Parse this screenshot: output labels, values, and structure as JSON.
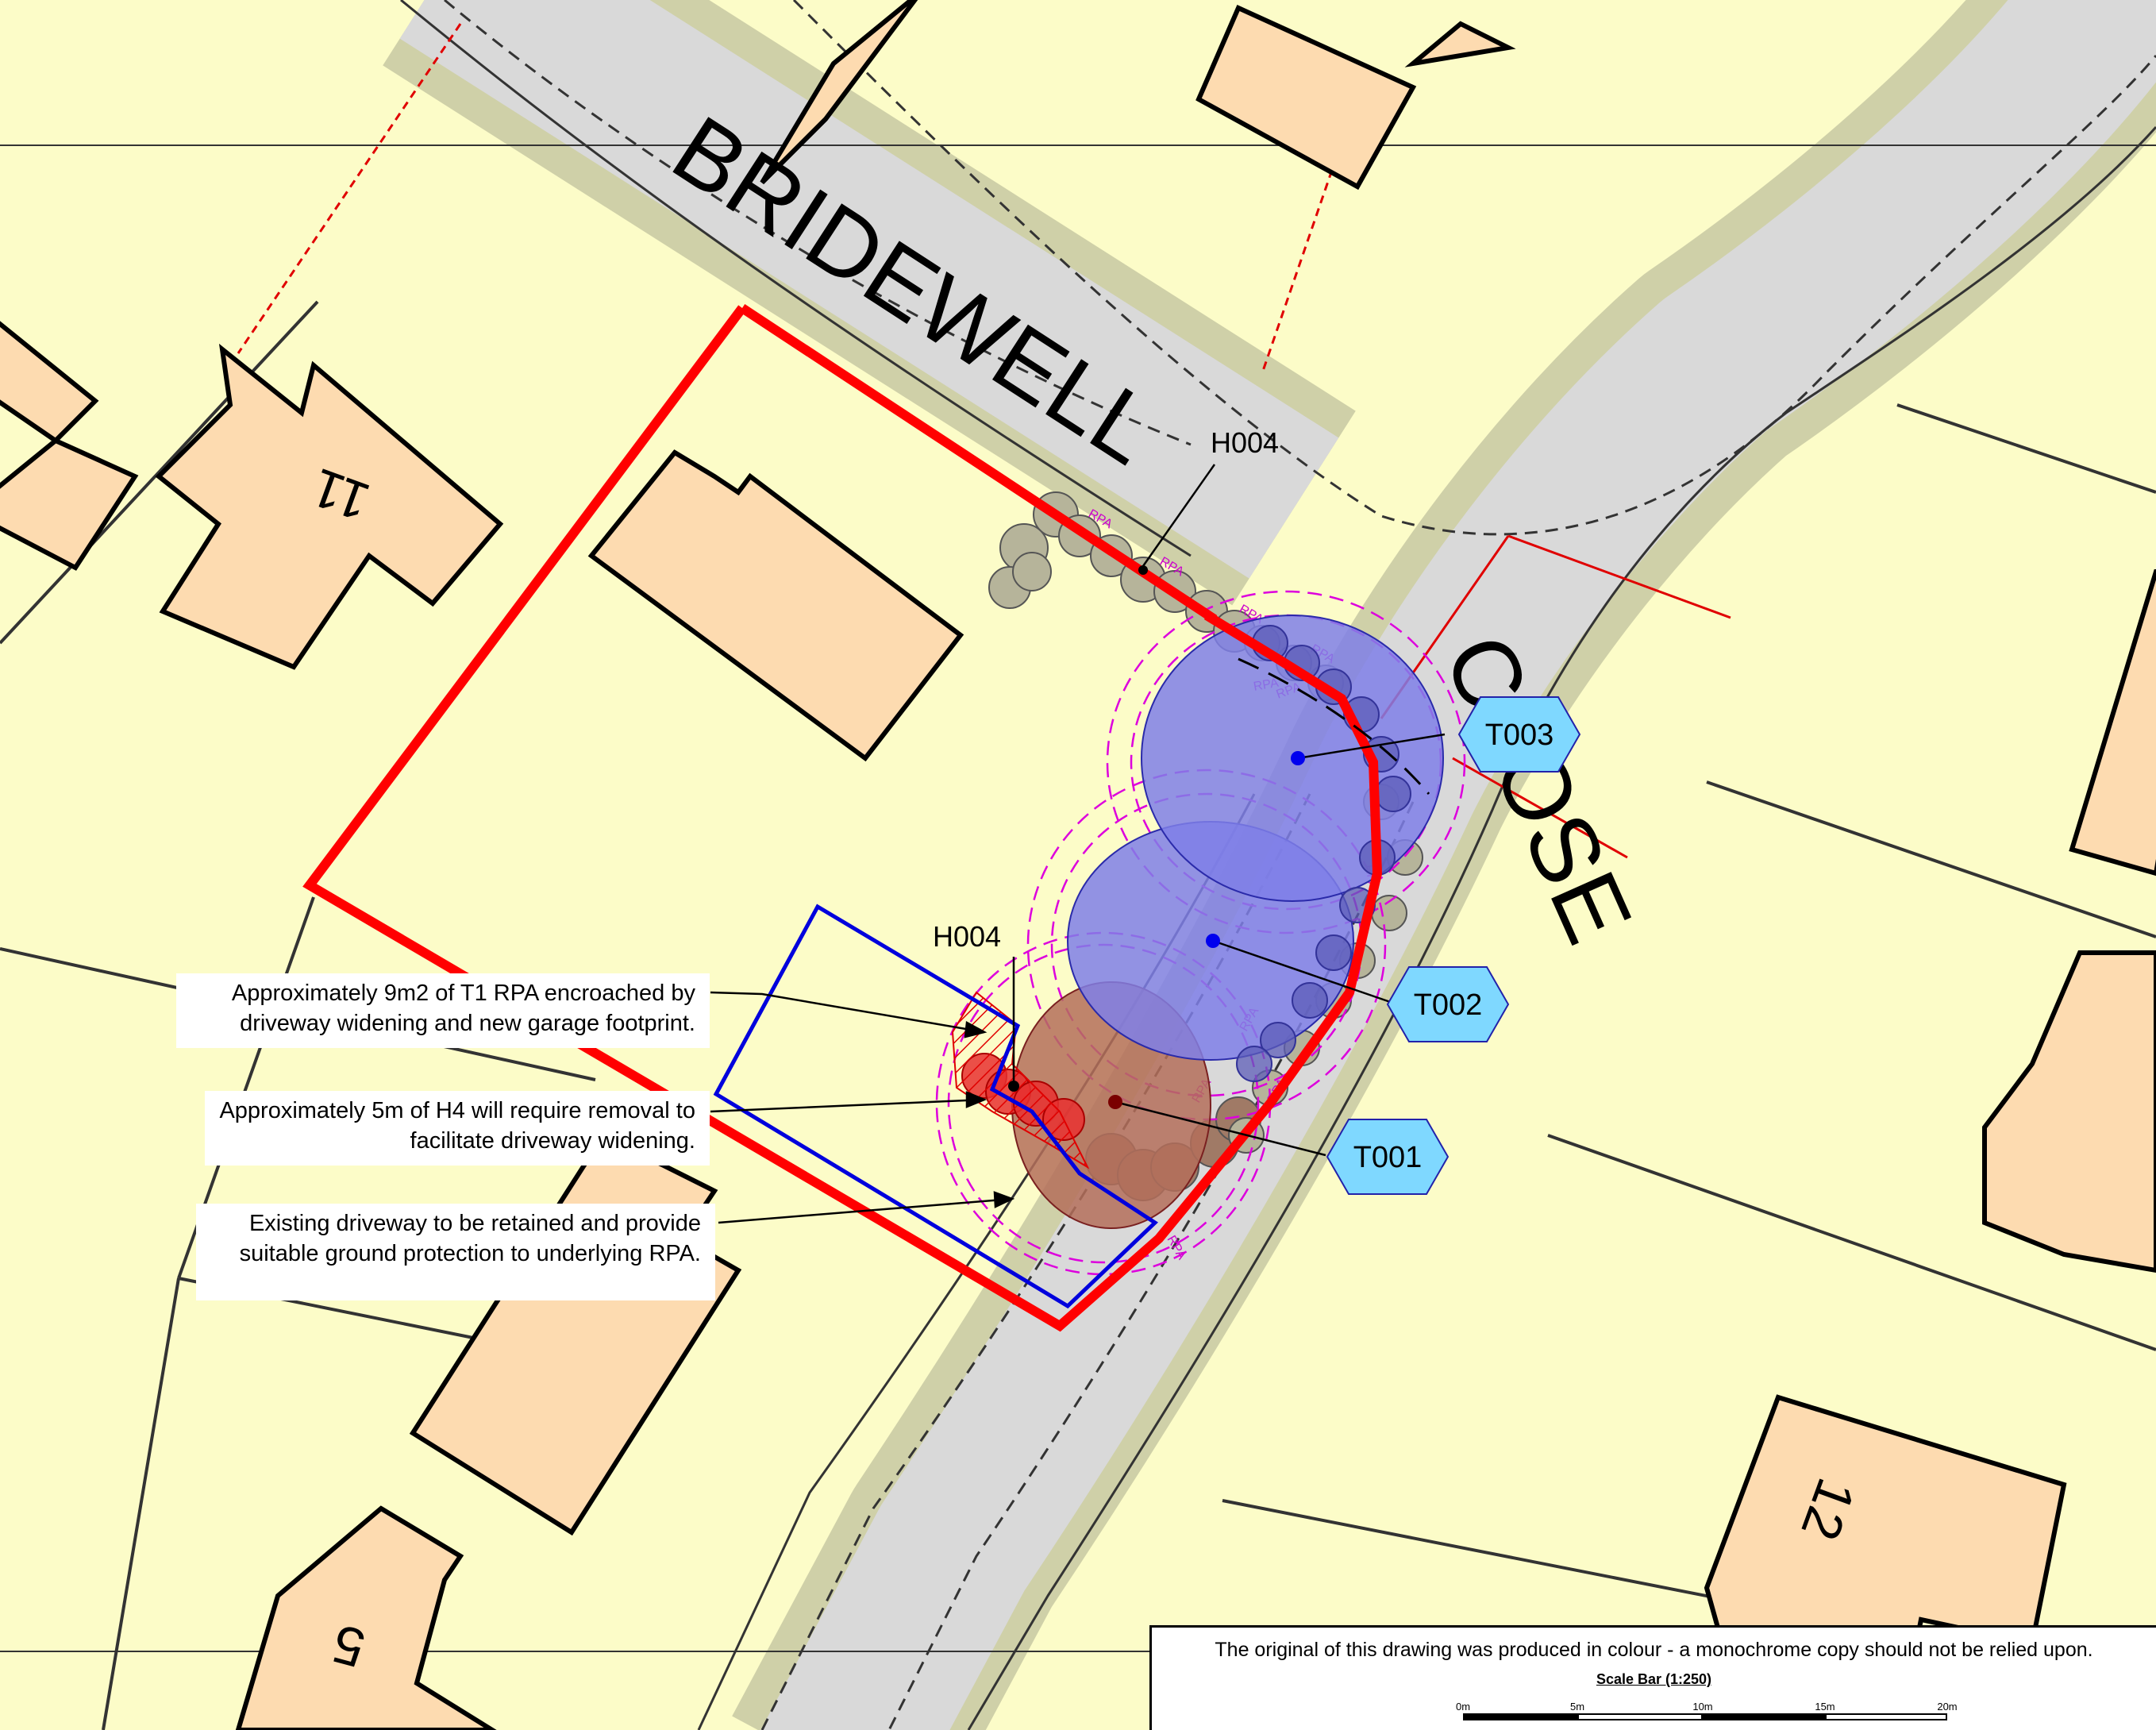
{
  "map": {
    "street_name_1": "BRIDEWELL",
    "street_name_2": "CLOSE",
    "house_numbers": [
      "11",
      "12",
      "5"
    ],
    "tree_labels": [
      "T001",
      "T002",
      "T003"
    ],
    "hedge_labels": [
      "H004",
      "H004"
    ],
    "rpa_label": "RPA",
    "colors": {
      "site_boundary": "#ff0000",
      "proposed_footprint": "#0000dd",
      "road": "#d9d9d9",
      "verge": "#cfd0a8",
      "plot_background": "#fcfcc8",
      "building": "#fddbb0",
      "tree_tag": "#7fd8ff",
      "canopy_blue": "#7f7fe8",
      "canopy_brown": "#b46e5a",
      "rpa_line": "#dd00dd"
    }
  },
  "callouts": {
    "rpa_encroach": "Approximately 9m2 of T1 RPA encroached by driveway widening and new garage footprint.",
    "hedge_removal": "Approximately 5m of H4 will require removal to facilitate driveway widening.",
    "driveway_retained": "Existing driveway to be retained and provide suitable ground protection to underlying RPA."
  },
  "caption": {
    "note": "The original of this drawing was produced in colour - a monochrome copy should not be relied upon.",
    "scale_title": "Scale Bar (1:250)",
    "scale_ticks": [
      "0m",
      "5m",
      "10m",
      "15m",
      "20m"
    ]
  }
}
